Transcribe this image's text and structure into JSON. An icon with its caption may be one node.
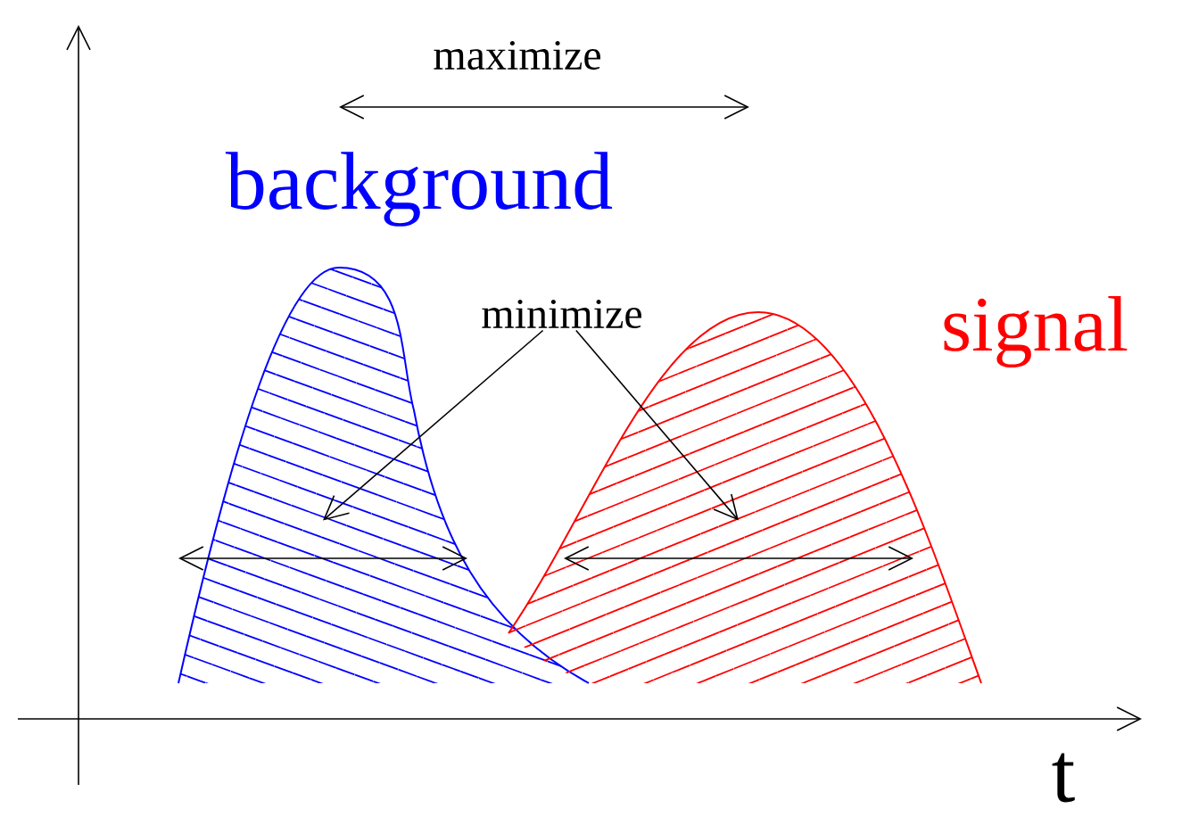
{
  "diagram": {
    "nodes": [
      {
        "text": [
          "minimize"
        ]
      },
      {
        "text": [],
        "shape": "arrow"
      },
      {
        "text": [],
        "shape": "arrow"
      }
    ],
    "edges": [
      {
        "from": 0,
        "to": 1,
        "arrow": "to"
      },
      {
        "from": 0,
        "to": 2,
        "arrow": "to"
      }
    ],
    "labels": [
      "maximize",
      "background",
      "signal",
      "t"
    ]
  }
}
